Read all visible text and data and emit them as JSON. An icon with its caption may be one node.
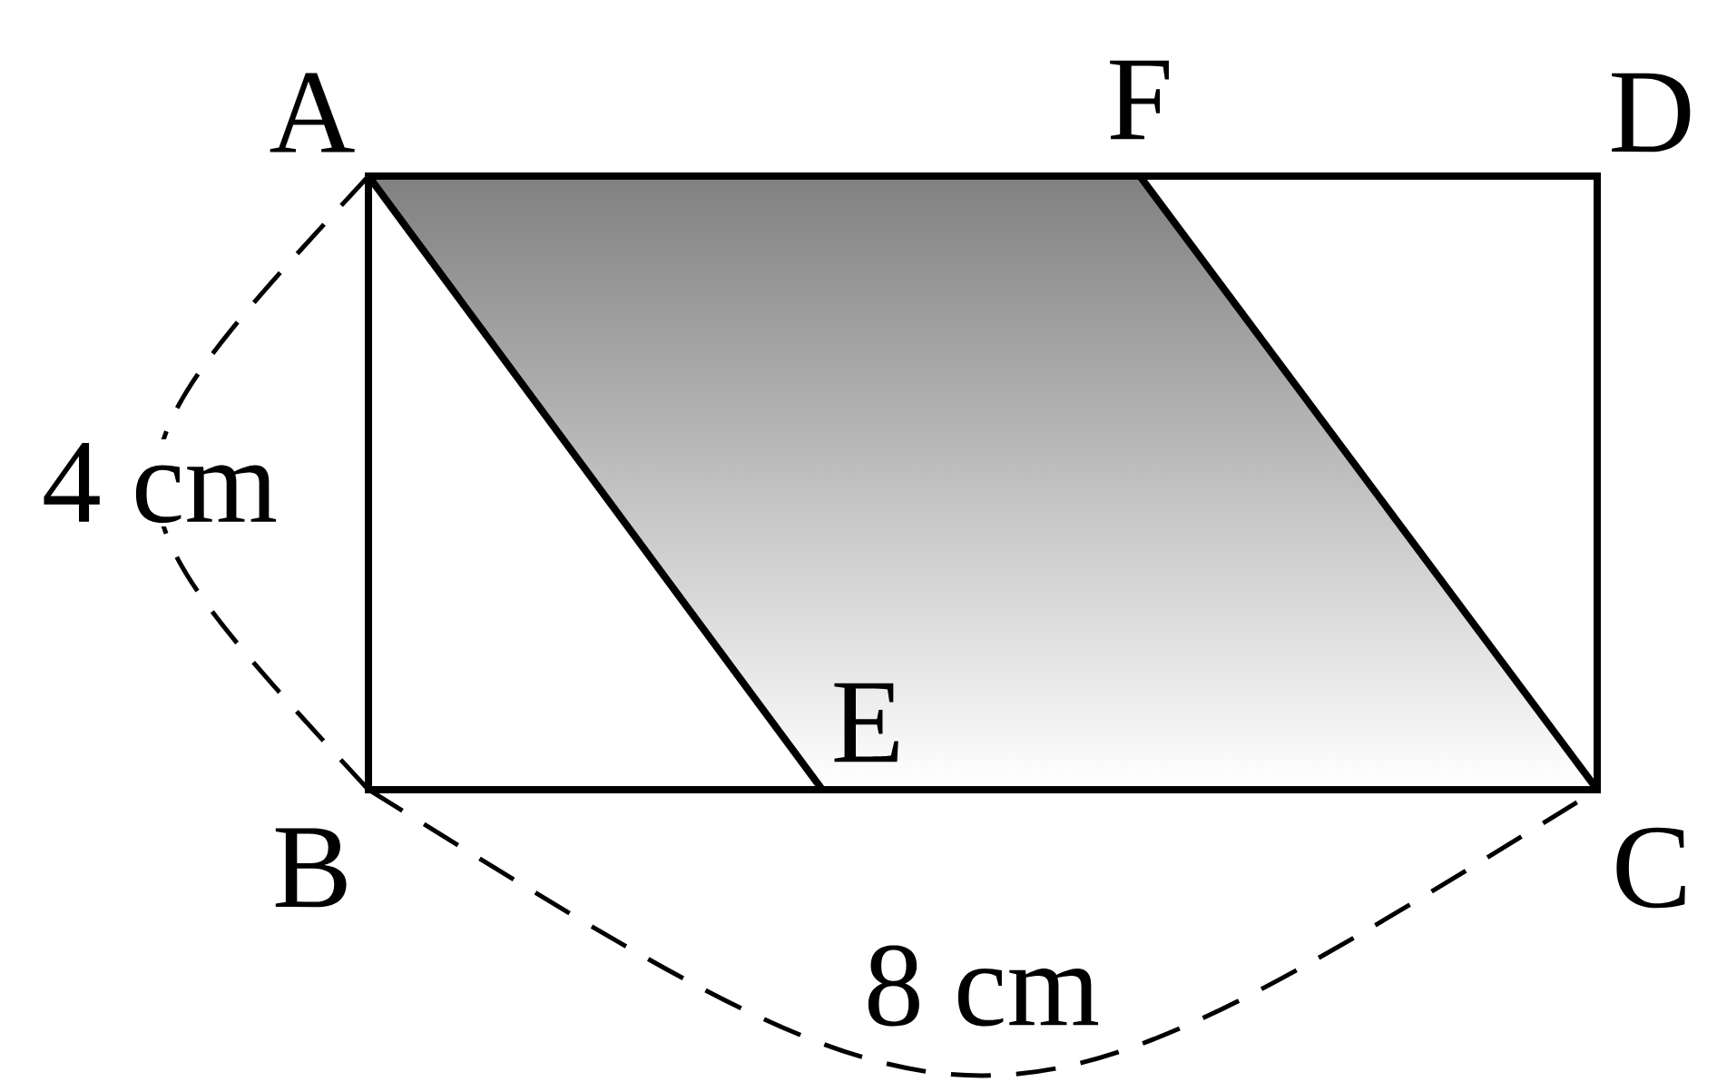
{
  "diagram": {
    "labels": [
      "A",
      "F",
      "D",
      "4 cm",
      "E",
      "B",
      "C",
      "8 cm"
    ]
  }
}
